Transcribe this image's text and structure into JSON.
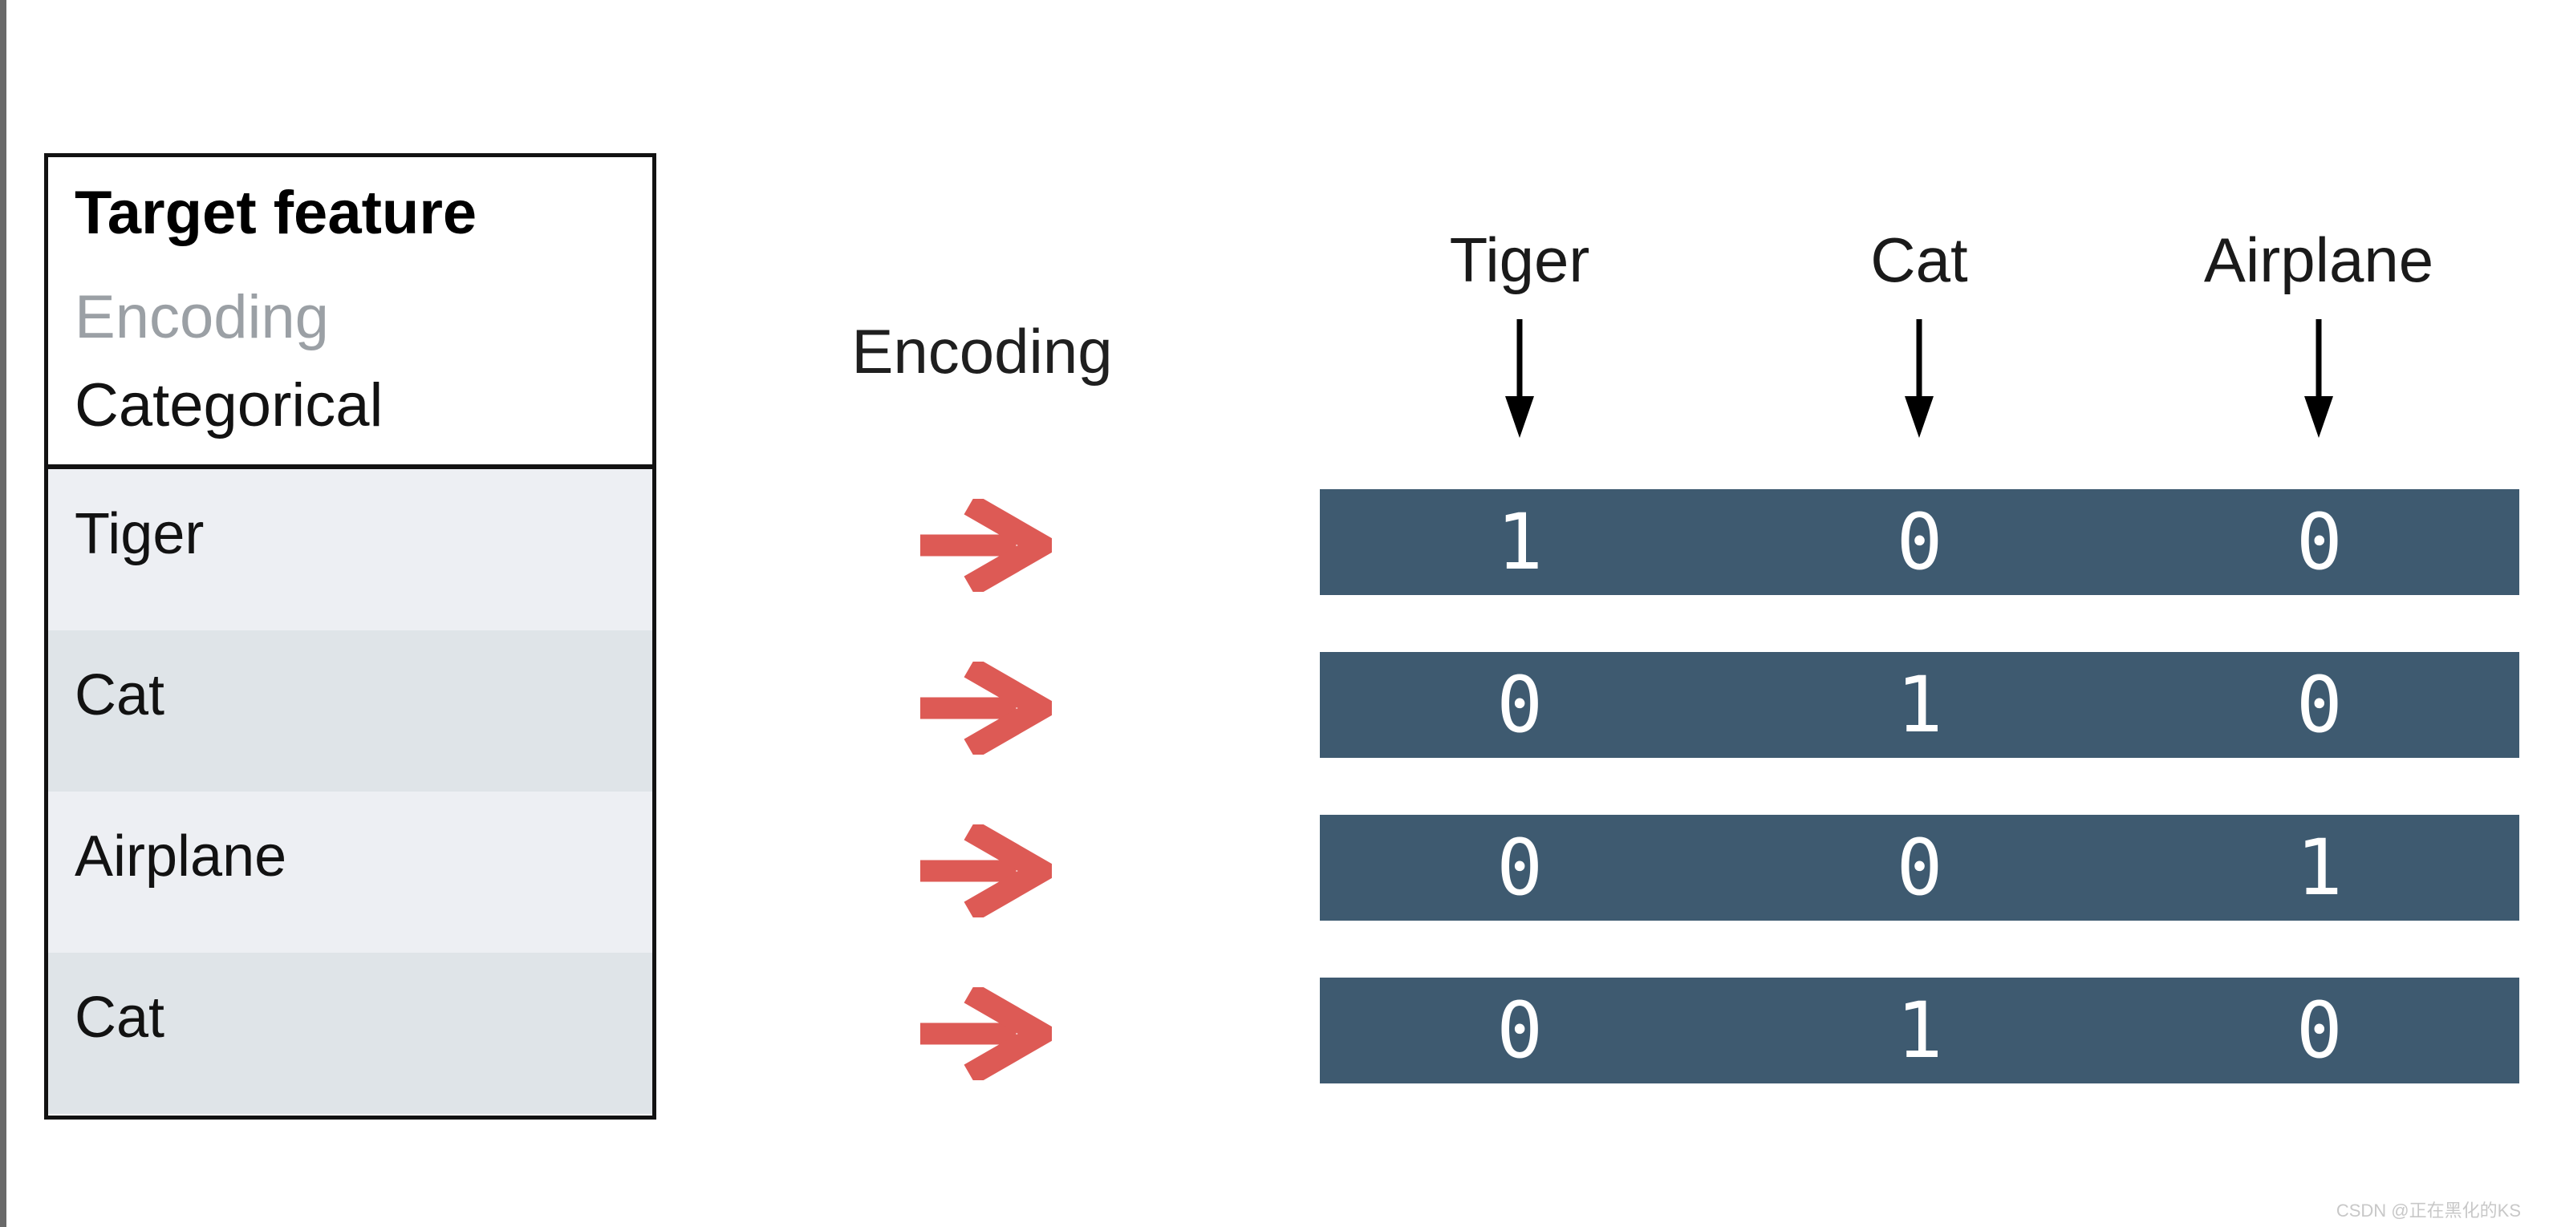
{
  "table": {
    "title": "Target feature",
    "subtitle": "Encoding",
    "type_label": "Categorical",
    "rows": [
      "Tiger",
      "Cat",
      "Airplane",
      "Cat"
    ]
  },
  "encoding_label": "Encoding",
  "matrix": {
    "columns": [
      "Tiger",
      "Cat",
      "Airplane"
    ],
    "rows": [
      [
        1,
        0,
        0
      ],
      [
        0,
        1,
        0
      ],
      [
        0,
        0,
        1
      ],
      [
        0,
        1,
        0
      ]
    ]
  },
  "watermark": "CSDN @正在黑化的KS",
  "colors": {
    "ink": "#121212",
    "accent_red": "#dd5a55",
    "matrix_row_bg": "#3e5a70",
    "matrix_text": "#ffffff",
    "row_alt_a": "#edeff3",
    "row_alt_b": "#dfe4e8",
    "muted_text": "#9ba0a5",
    "left_bar": "#696969",
    "watermark_text": "#c8c8c8"
  }
}
